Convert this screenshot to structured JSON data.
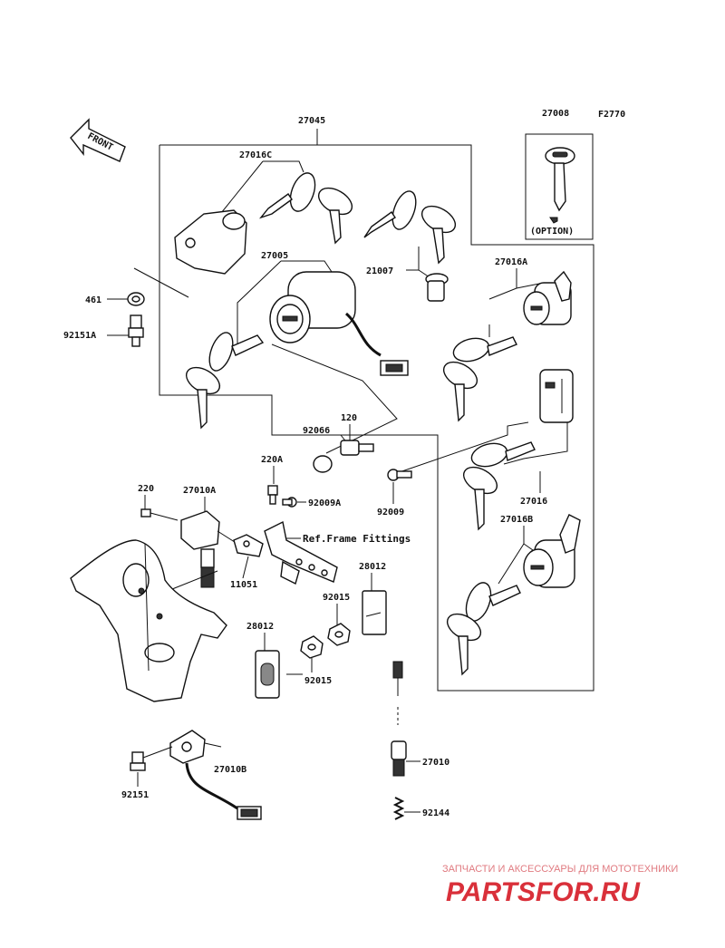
{
  "diagram_code": "F2770",
  "front_label": "FRONT",
  "option_label": "(OPTION)",
  "ref_note": "Ref.Frame Fittings",
  "parts": {
    "p27045": "27045",
    "p27008": "27008",
    "p27016C": "27016C",
    "p27005": "27005",
    "p21007": "21007",
    "p27016A": "27016A",
    "p461": "461",
    "p92151A": "92151A",
    "p120": "120",
    "p92066": "92066",
    "p220A": "220A",
    "p220": "220",
    "p27010A": "27010A",
    "p92009A": "92009A",
    "p92009": "92009",
    "p27016": "27016",
    "p27016B": "27016B",
    "p11051": "11051",
    "p28012a": "28012",
    "p92015a": "92015",
    "p28012b": "28012",
    "p92015b": "92015",
    "p27010": "27010",
    "p92151": "92151",
    "p27010B": "27010B",
    "p92144": "92144"
  },
  "watermark": {
    "line1": "ЗАПЧАСТИ И АКСЕССУАРЫ ДЛЯ МОТОТЕХНИКИ",
    "line2": "PARTSFOR.RU"
  }
}
